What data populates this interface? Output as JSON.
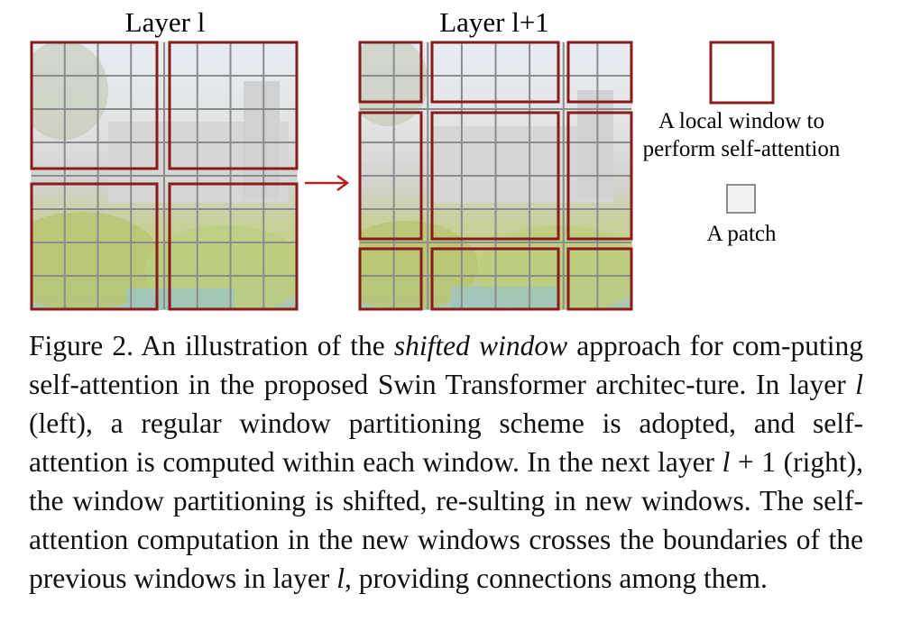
{
  "figure": {
    "layer_l_title": "Layer l",
    "layer_l1_title": "Layer l+1",
    "legend": {
      "window_label_line1": "A local window to",
      "window_label_line2": "perform self-attention",
      "patch_label": "A patch"
    },
    "colors": {
      "window_border": "#8b1a1a",
      "arrow": "#b22222",
      "patch_grid": "#8c8c8c",
      "sky": "#dde6ee",
      "building": "#cfcfcf",
      "foliage": "#b8c77a",
      "water": "#9fc3c0"
    }
  },
  "caption": {
    "prefix": "Figure 2. An illustration of the ",
    "italic_term": "shifted window",
    "after_term": " approach for com-puting self-attention in the proposed Swin Transformer architec-ture.  In layer ",
    "var_l_1": "l",
    "mid_1": " (left), a regular window partitioning scheme is adopted, and self-attention is computed within each window.  In the next layer ",
    "var_l_2": "l",
    "plus_one": " + 1",
    "mid_2": " (right), the window partitioning is shifted, re-sulting in new windows. The self-attention computation in the new windows crosses the boundaries of the previous windows in layer ",
    "var_l_3": "l",
    "suffix": ", providing connections among them."
  }
}
